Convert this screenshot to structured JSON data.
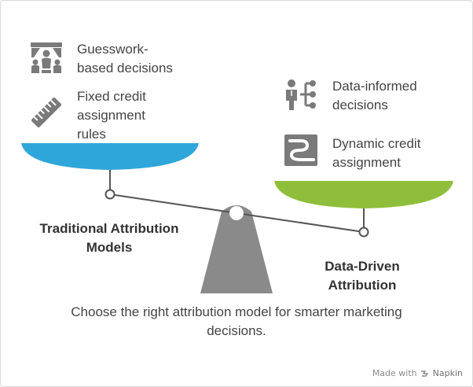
{
  "colors": {
    "left_pan": "#2fa6d9",
    "right_pan": "#8fbf3a",
    "fulcrum": "#8a8a8a",
    "beam": "#555555",
    "icon": "#7a7a7a",
    "text": "#444444"
  },
  "left": {
    "items": [
      {
        "icon": "audience-icon",
        "text": "Guesswork-\nbased decisions"
      },
      {
        "icon": "ruler-icon",
        "text": "Fixed credit\nassignment\nrules"
      }
    ],
    "label": "Traditional Attribution\nModels"
  },
  "right": {
    "items": [
      {
        "icon": "person-network-icon",
        "text": "Data-informed\ndecisions"
      },
      {
        "icon": "winding-road-icon",
        "text": "Dynamic credit\nassignment"
      }
    ],
    "label": "Data-Driven\nAttribution"
  },
  "caption": "Choose the right attribution model for smarter marketing\ndecisions.",
  "watermark": {
    "prefix": "Made with",
    "brand": "Napkin"
  }
}
